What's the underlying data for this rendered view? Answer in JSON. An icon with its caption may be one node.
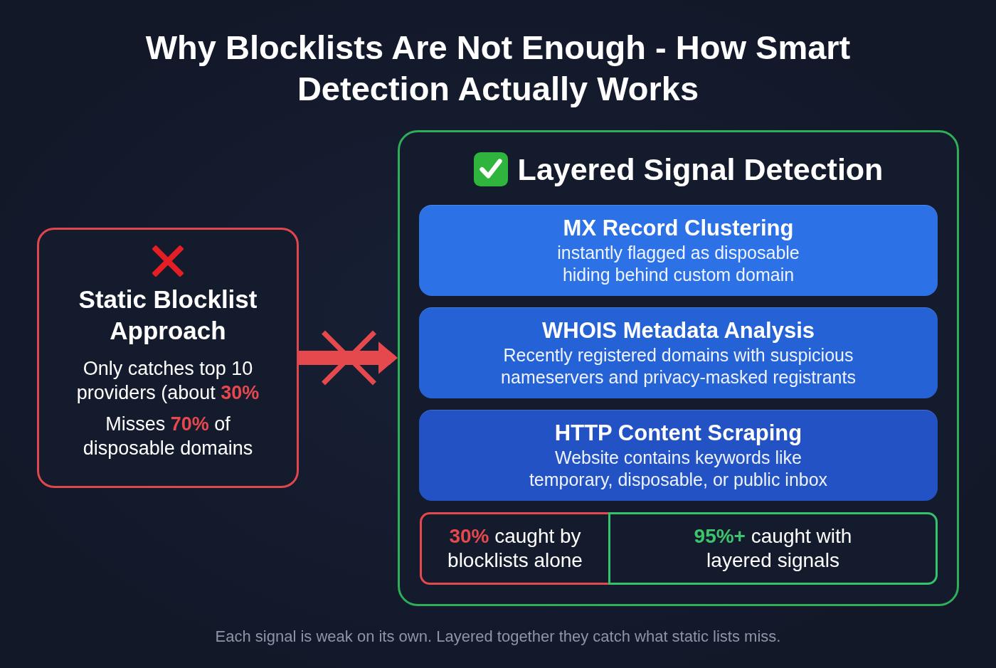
{
  "diagram": {
    "title": "Why Blocklists Are Not Enough - How Smart Detection Actually Works",
    "caption": "Each signal is weak on its own. Layered together they catch what static lists miss.",
    "nodes": [
      {
        "text": [
          "Static Blocklist Approach",
          "Only catches top 10 providers (about **30%**",
          "Misses **70%** of disposable domains"
        ]
      },
      {
        "text": [
          "Layered Signal Detection"
        ]
      },
      {
        "text": [
          "MX Record Clustering",
          "instantly flagged as disposable hiding behind custom domain"
        ],
        "in": 1
      },
      {
        "text": [
          "WHOIS Metadata Analysis",
          "Recently registered domains with suspicious nameservers and privacy-masked registrants"
        ],
        "in": 1
      },
      {
        "text": [
          "HTTP Content Scraping",
          "Website contains keywords like temporary, disposable, or public inbox"
        ],
        "in": 1
      },
      {
        "text": [
          "**30%** caught by blocklists alone"
        ],
        "in": 1
      },
      {
        "text": [
          "**95%+** caught with layered signals"
        ],
        "in": 1
      }
    ],
    "edges": [
      {
        "from": 0,
        "to": 1,
        "arrow": "to",
        "color": "#e5484d"
      }
    ]
  }
}
